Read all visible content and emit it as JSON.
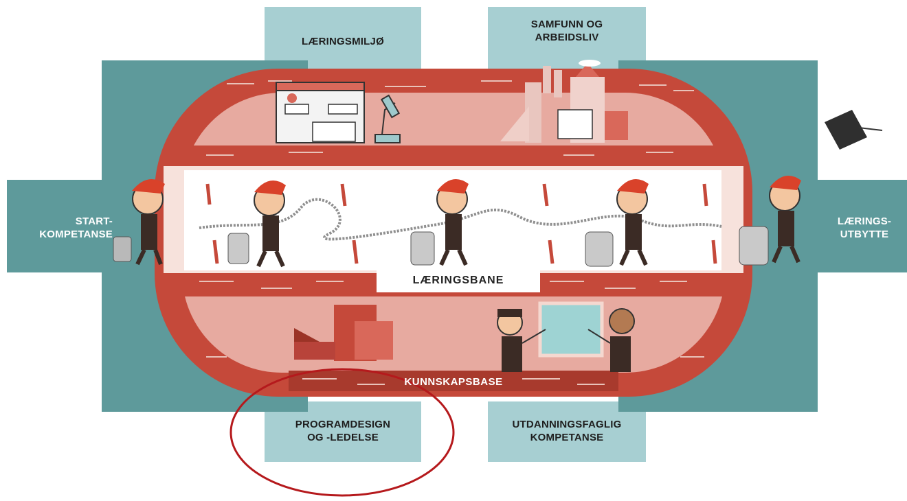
{
  "labels": {
    "learning_environment": "LÆRINGSMILJØ",
    "society_work_life": "SAMFUNN OG\nARBEIDSLIV",
    "start_competence": "START-\nKOMPETANSE",
    "learning_outcome": "LÆRINGS-\nUTBYTTE",
    "learning_track": "LÆRINGSBANE",
    "knowledge_base": "KUNNSKAPSBASE",
    "program_design": "PROGRAMDESIGN\nOG -LEDELSE",
    "educational_competence": "UTDANNINGSFAGLIG\nKOMPETANSE"
  },
  "colors": {
    "teal_light": "#a7cfd2",
    "teal_dark": "#5e9a9b",
    "brick": "#c5493a",
    "brick_dark": "#a83a2d",
    "pink_inner": "#e7aaa0",
    "track": "#ffffff",
    "highlight_circle": "#b5191c"
  },
  "icons": [
    "school-building-icon",
    "microscope-icon",
    "city-buildings-icon",
    "student-figure-icon",
    "suitcase-icon",
    "graduation-cap-icon",
    "teacher-icon",
    "whiteboard-icon",
    "blocks-icon"
  ]
}
